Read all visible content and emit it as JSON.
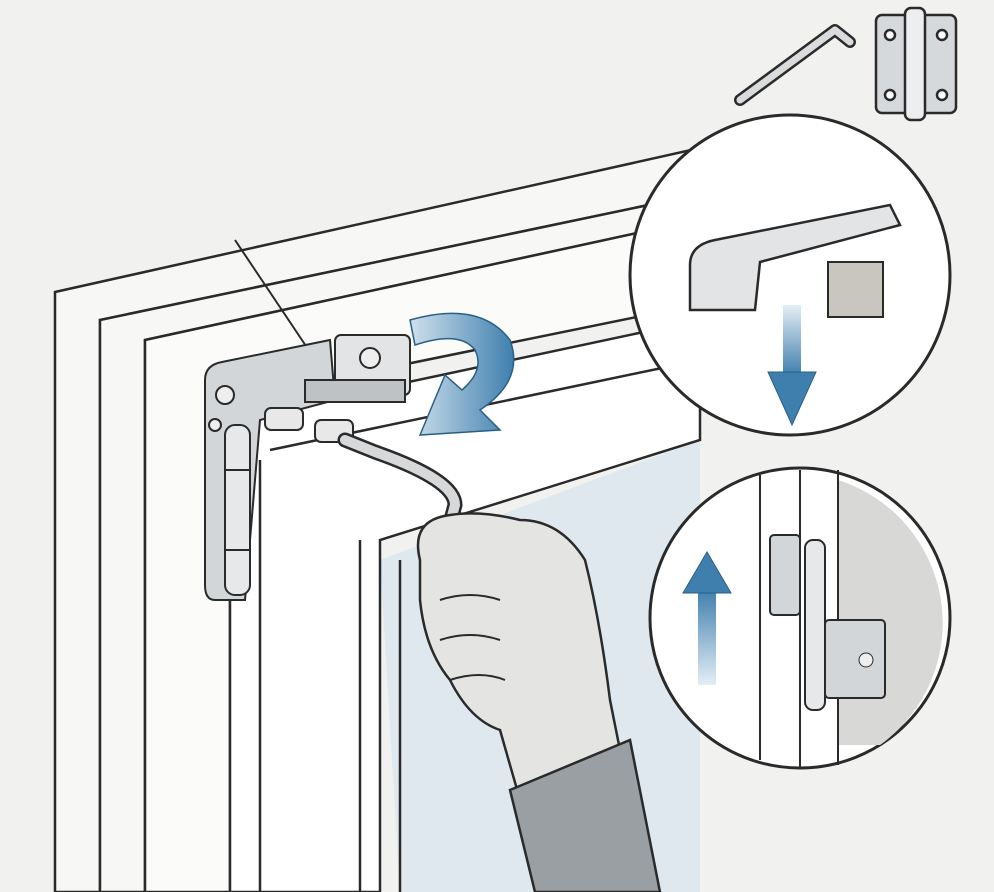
{
  "illustration": {
    "subject": "window-hinge-adjustment",
    "icons": [
      "allen-key-icon",
      "hinge-icon",
      "rotate-arrow-icon",
      "down-arrow-icon",
      "up-arrow-icon"
    ],
    "callouts": [
      "hinge-cover-removal-detail",
      "hinge-lift-detail"
    ]
  },
  "colors": {
    "background": "#f1f1ef",
    "line": "#2a2a2a",
    "frame": "#f7f7f6",
    "glass": "#dfe8ee",
    "accent_blue": "#3f7fae",
    "metal": "#c9cccf",
    "glove": "#e4e4e2",
    "sleeve": "#9a9fa4"
  }
}
